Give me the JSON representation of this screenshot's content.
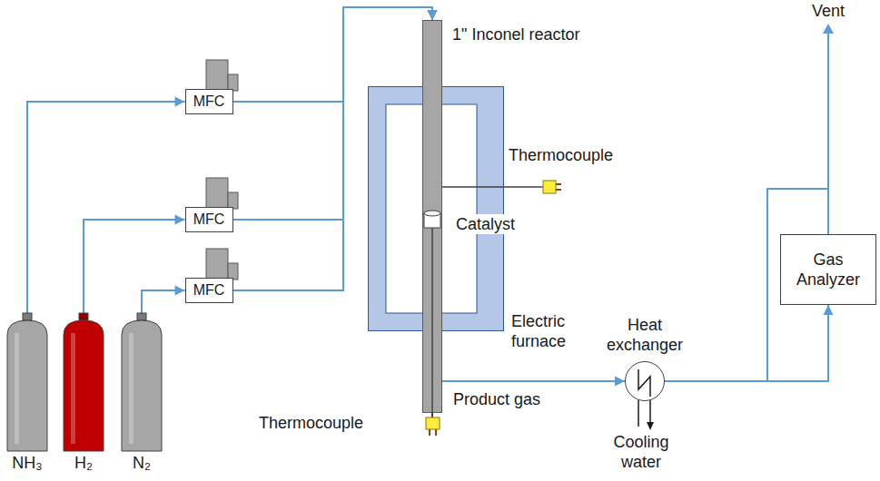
{
  "diagram": {
    "nodes": [
      {
        "text": [
          "NH₃"
        ]
      },
      {
        "text": [
          "H₂"
        ]
      },
      {
        "text": [
          "N₂"
        ]
      },
      {
        "text": [
          "MFC"
        ]
      },
      {
        "text": [
          "MFC"
        ]
      },
      {
        "text": [
          "MFC"
        ]
      },
      {
        "text": [
          "1\" Inconel reactor"
        ]
      },
      {
        "text": [
          "Electric furnace"
        ]
      },
      {
        "text": [
          "Heat exchanger"
        ]
      },
      {
        "text": [
          "Gas Analyzer"
        ]
      }
    ],
    "edges": [
      {
        "from": 0,
        "to": 3,
        "arrow": "to"
      },
      {
        "from": 1,
        "to": 4,
        "arrow": "to"
      },
      {
        "from": 2,
        "to": 5,
        "arrow": "to"
      },
      {
        "from": 3,
        "to": 6,
        "arrow": "to"
      },
      {
        "from": 4,
        "to": 6,
        "arrow": "to"
      },
      {
        "from": 5,
        "to": 6,
        "arrow": "to"
      },
      {
        "from": 6,
        "to": 8,
        "label": "Product gas",
        "arrow": "to"
      },
      {
        "from": 8,
        "to": 9,
        "arrow": "to"
      }
    ],
    "labels": [
      "Thermocouple",
      "Catalyst",
      "Thermocouple",
      "Cooling water",
      "Vent"
    ]
  }
}
